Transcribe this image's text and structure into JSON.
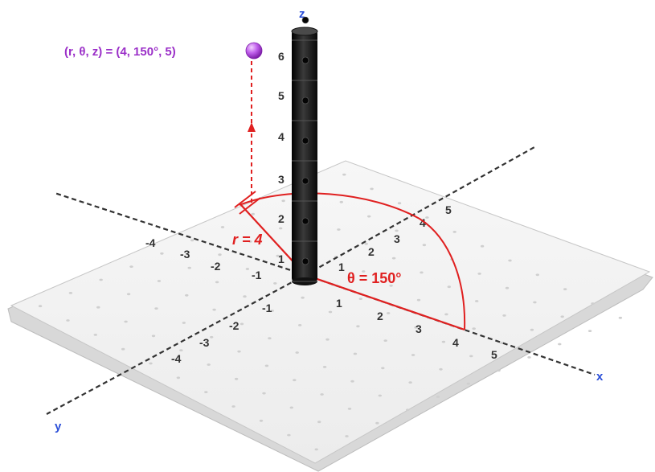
{
  "axes": {
    "x_label": "x",
    "y_label": "y",
    "z_label": "z",
    "x_ticks": [
      "1",
      "2",
      "3",
      "4",
      "5"
    ],
    "y_ticks": [
      "-1",
      "-2",
      "-3",
      "-4"
    ],
    "neg_x_ticks": [
      "-1",
      "-2",
      "-3",
      "-4"
    ],
    "neg_y_ticks": [
      "1",
      "2",
      "3",
      "4",
      "5"
    ],
    "z_ticks": [
      "1",
      "2",
      "3",
      "4",
      "5",
      "6"
    ]
  },
  "annotations": {
    "point_label": "(r, θ, z) = (4, 150°, 5)",
    "r_label": "r = 4",
    "theta_label": "θ = 150°"
  },
  "colors": {
    "axis_label": "#2b4fd8",
    "accent_red": "#e02020",
    "point_label": "#9b30c8",
    "point_sphere": "#c060ec",
    "pole": "#1a1a1a",
    "board": "#f2f2f2"
  },
  "icons": {
    "point": "purple-sphere-icon",
    "pole": "stacked-cylinder-pole"
  }
}
